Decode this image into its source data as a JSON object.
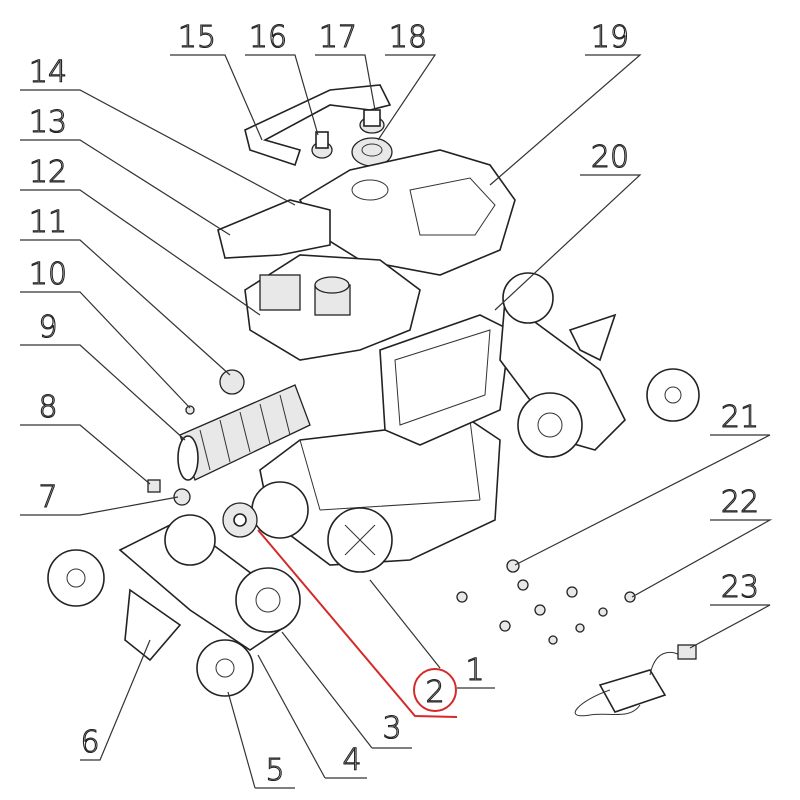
{
  "diagram": {
    "title": "Pool cleaner robot exploded parts view",
    "highlight_color": "#d42a2a",
    "highlighted_part": "2",
    "labels": [
      "1",
      "2",
      "3",
      "4",
      "5",
      "6",
      "7",
      "8",
      "9",
      "10",
      "11",
      "12",
      "13",
      "14",
      "15",
      "16",
      "17",
      "18",
      "19",
      "20",
      "21",
      "22",
      "23"
    ]
  }
}
